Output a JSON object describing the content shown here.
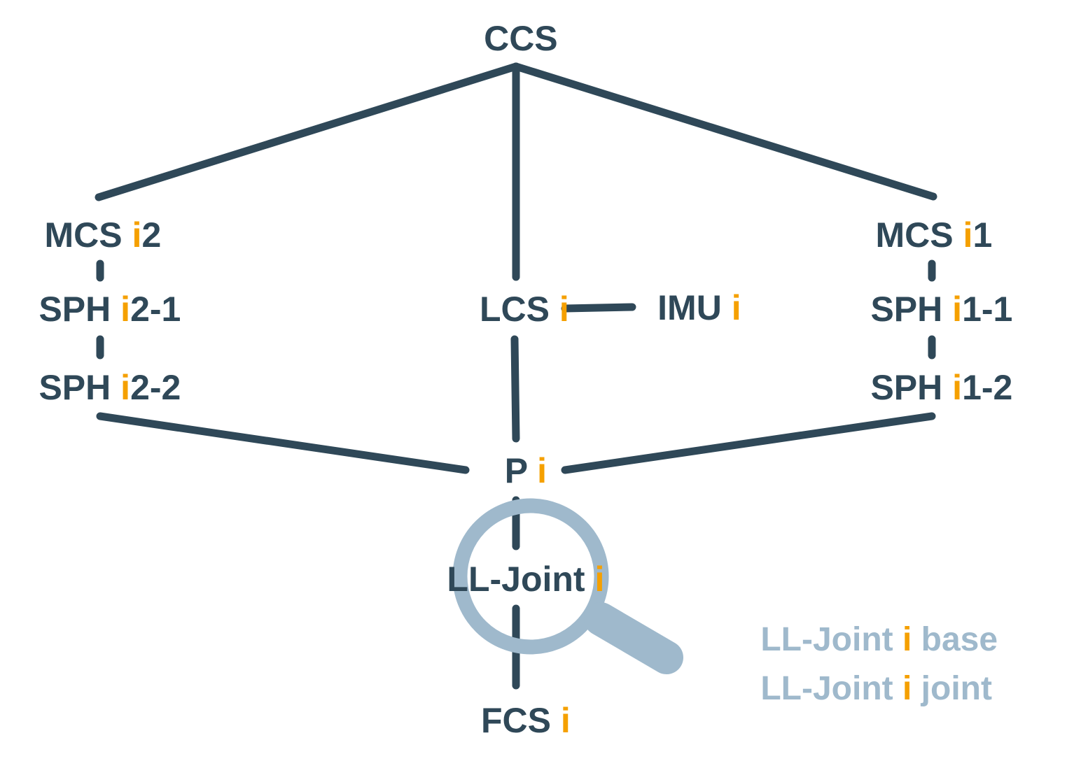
{
  "colors": {
    "dark": "#2f4858",
    "accent": "#f5a000",
    "light": "#9fb9cc",
    "background": "#ffffff"
  },
  "nodes": {
    "ccs": {
      "base": "CCS",
      "idx": "",
      "suffix": ""
    },
    "mcs_i2": {
      "base": "MCS ",
      "idx": "i",
      "suffix": "2"
    },
    "mcs_i1": {
      "base": "MCS ",
      "idx": "i",
      "suffix": "1"
    },
    "sph_i2_1": {
      "base": "SPH ",
      "idx": "i",
      "suffix": "2-1"
    },
    "sph_i2_2": {
      "base": "SPH ",
      "idx": "i",
      "suffix": "2-2"
    },
    "sph_i1_1": {
      "base": "SPH ",
      "idx": "i",
      "suffix": "1-1"
    },
    "sph_i1_2": {
      "base": "SPH ",
      "idx": "i",
      "suffix": "1-2"
    },
    "lcs_i": {
      "base": "LCS ",
      "idx": "i",
      "suffix": ""
    },
    "imu_i": {
      "base": "IMU ",
      "idx": "i",
      "suffix": ""
    },
    "p_i": {
      "base": "P ",
      "idx": "i",
      "suffix": ""
    },
    "ll_joint_i": {
      "base": "LL-Joint ",
      "idx": "i",
      "suffix": ""
    },
    "fcs_i": {
      "base": "FCS ",
      "idx": "i",
      "suffix": ""
    }
  },
  "zoom": {
    "icon": "magnifier-icon",
    "items": [
      {
        "base": "LL-Joint ",
        "idx": "i",
        "suffix": " base"
      },
      {
        "base": "LL-Joint ",
        "idx": "i",
        "suffix": " joint"
      }
    ]
  }
}
